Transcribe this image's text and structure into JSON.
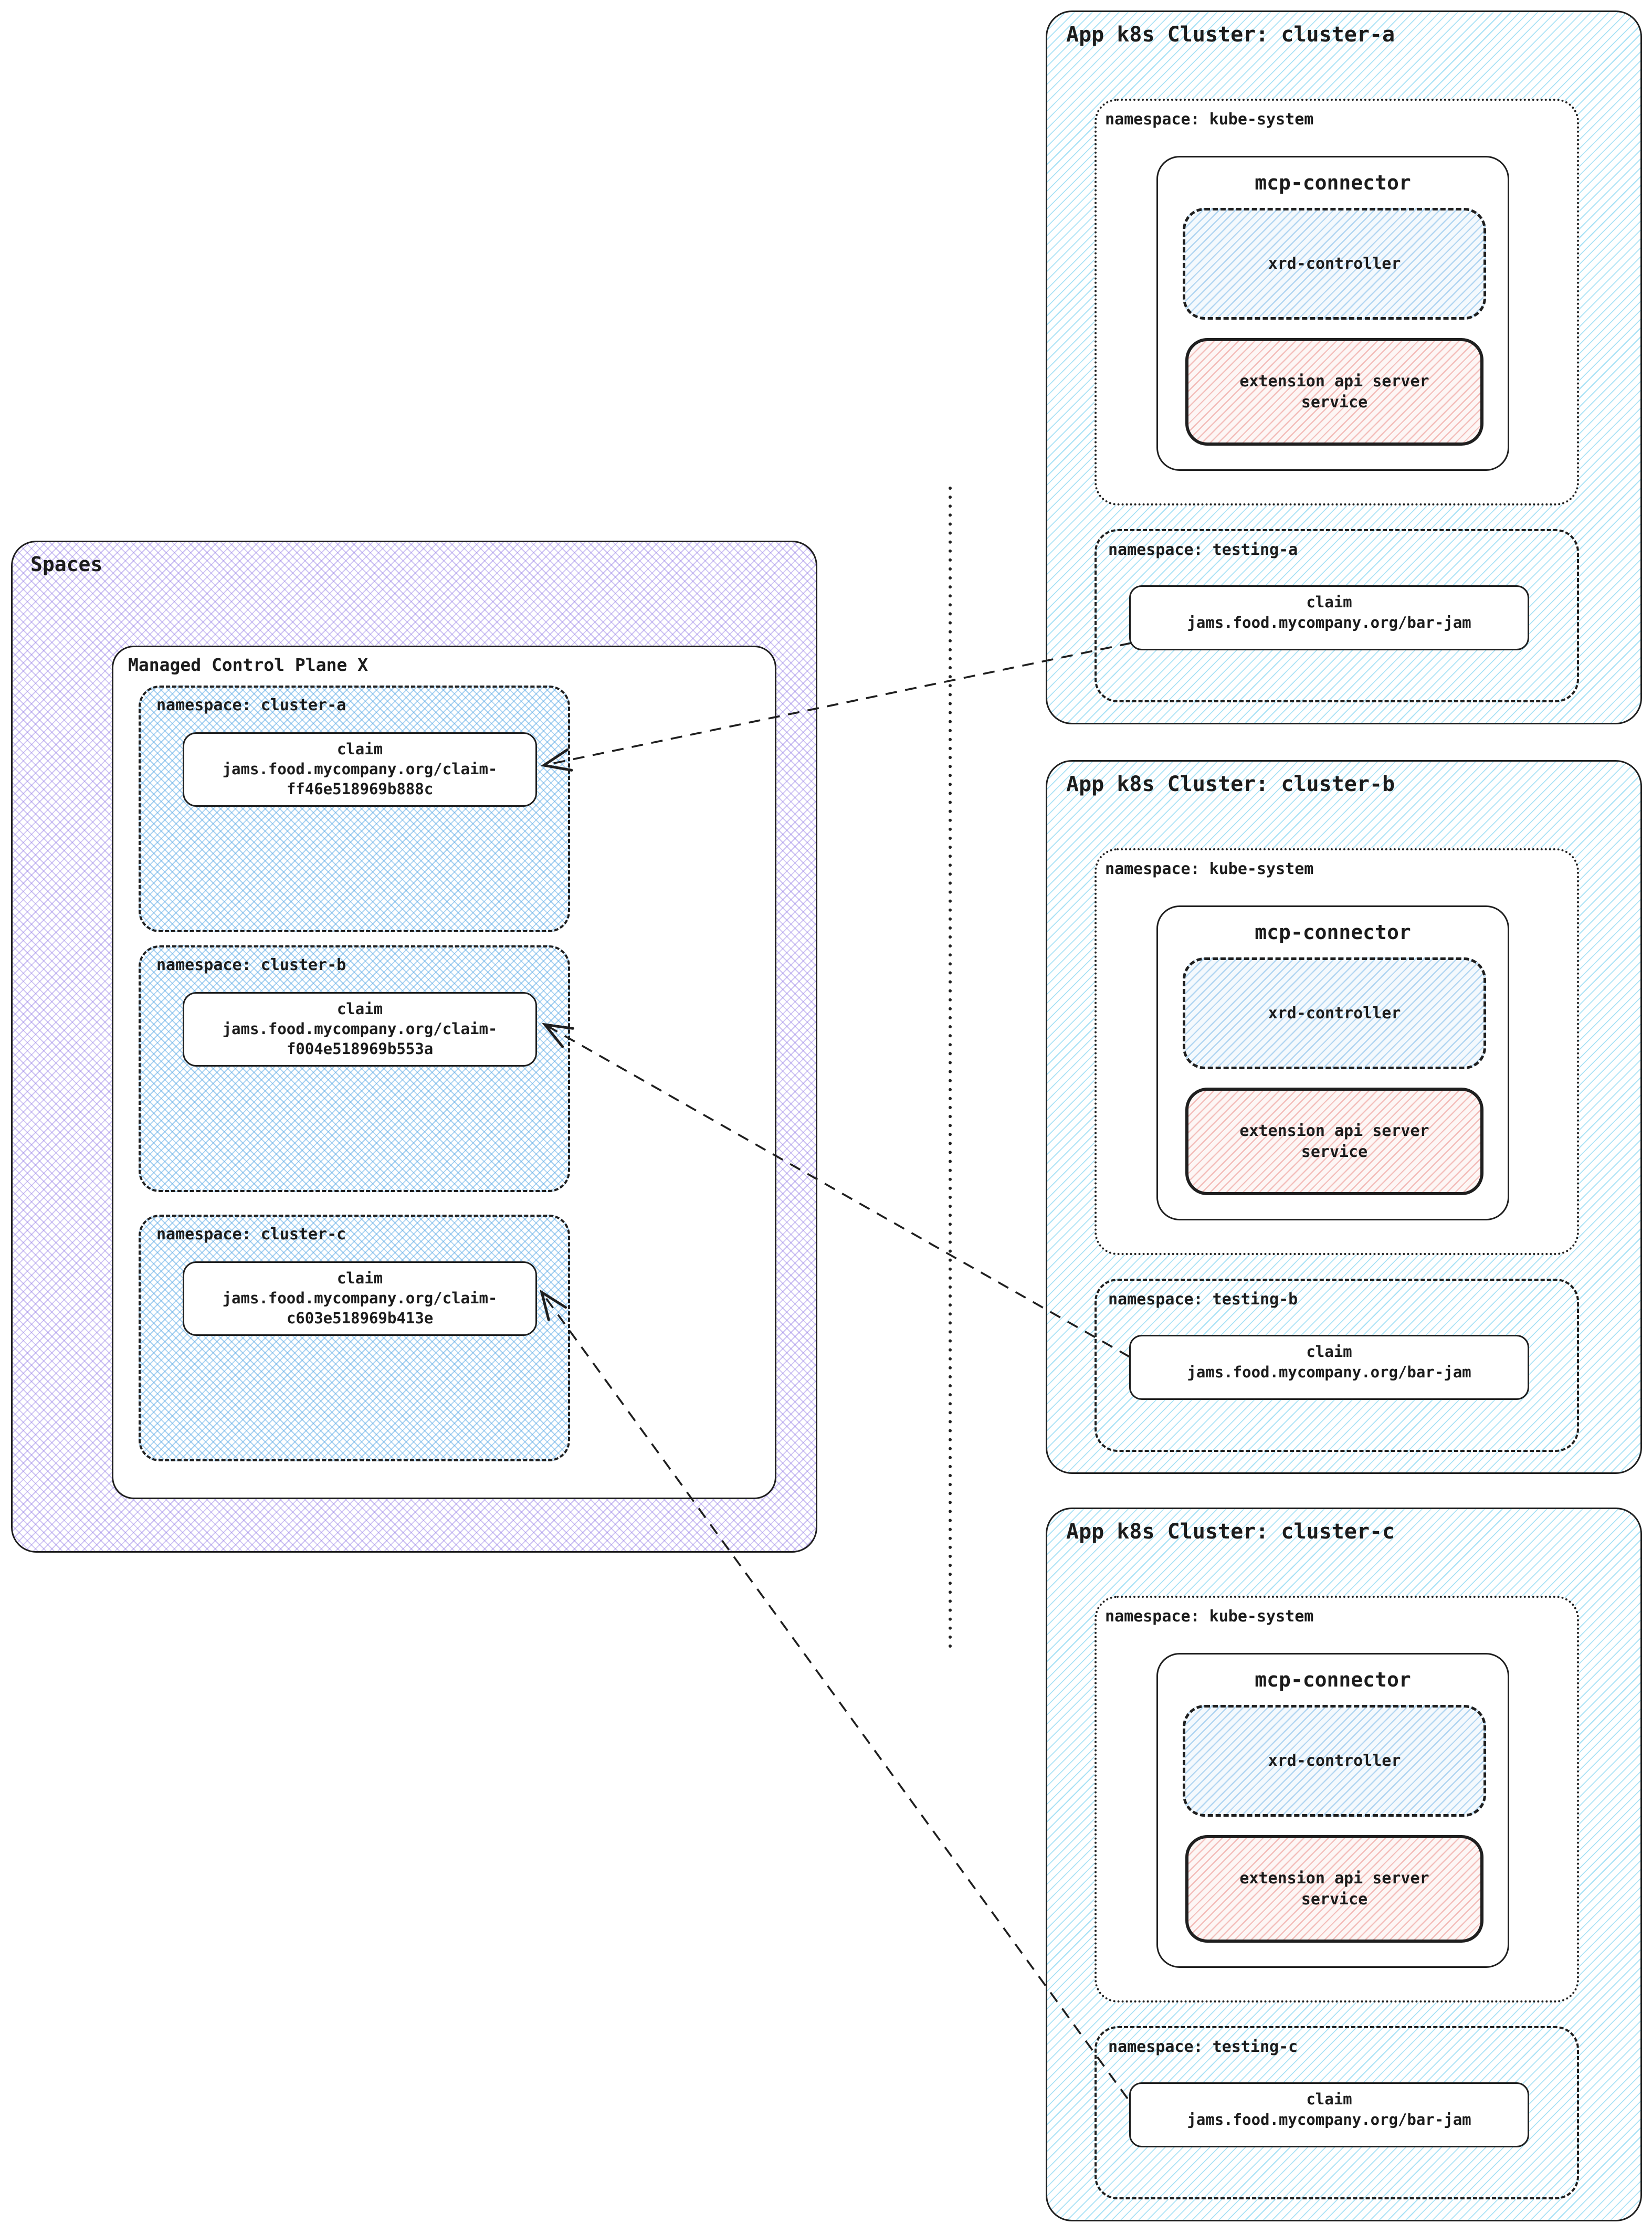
{
  "colors": {
    "border": "#1f1f1f",
    "spaces_hatch": "#8c74e4",
    "left_namespace_hatch": "#54a6e4",
    "cluster_hatch": "#62caee",
    "xrd_hatch": "#70b4e6",
    "extension_hatch": "#e6706a"
  },
  "spaces": {
    "label": "Spaces",
    "managed_control_plane": {
      "label": "Managed Control Plane X",
      "namespaces": [
        {
          "label": "namespace: cluster-a",
          "claim": {
            "title": "claim",
            "path_line": "jams.food.mycompany.org/claim-",
            "hash_line": "ff46e518969b888c"
          }
        },
        {
          "label": "namespace: cluster-b",
          "claim": {
            "title": "claim",
            "path_line": "jams.food.mycompany.org/claim-",
            "hash_line": "f004e518969b553a"
          }
        },
        {
          "label": "namespace: cluster-c",
          "claim": {
            "title": "claim",
            "path_line": "jams.food.mycompany.org/claim-",
            "hash_line": "c603e518969b413e"
          }
        }
      ]
    }
  },
  "clusters": [
    {
      "title": "App k8s Cluster: cluster-a",
      "kube_system": {
        "label": "namespace: kube-system",
        "mcp_connector": {
          "title": "mcp-connector",
          "xrd_controller_label": "xrd-controller",
          "extension_line1": "extension api server",
          "extension_line2": "service"
        }
      },
      "testing": {
        "label": "namespace: testing-a",
        "claim": {
          "title": "claim",
          "value": "jams.food.mycompany.org/bar-jam"
        }
      }
    },
    {
      "title": "App k8s Cluster: cluster-b",
      "kube_system": {
        "label": "namespace: kube-system",
        "mcp_connector": {
          "title": "mcp-connector",
          "xrd_controller_label": "xrd-controller",
          "extension_line1": "extension api server",
          "extension_line2": "service"
        }
      },
      "testing": {
        "label": "namespace: testing-b",
        "claim": {
          "title": "claim",
          "value": "jams.food.mycompany.org/bar-jam"
        }
      }
    },
    {
      "title": "App k8s Cluster: cluster-c",
      "kube_system": {
        "label": "namespace: kube-system",
        "mcp_connector": {
          "title": "mcp-connector",
          "xrd_controller_label": "xrd-controller",
          "extension_line1": "extension api server",
          "extension_line2": "service"
        }
      },
      "testing": {
        "label": "namespace: testing-c",
        "claim": {
          "title": "claim",
          "value": "jams.food.mycompany.org/bar-jam"
        }
      }
    }
  ]
}
